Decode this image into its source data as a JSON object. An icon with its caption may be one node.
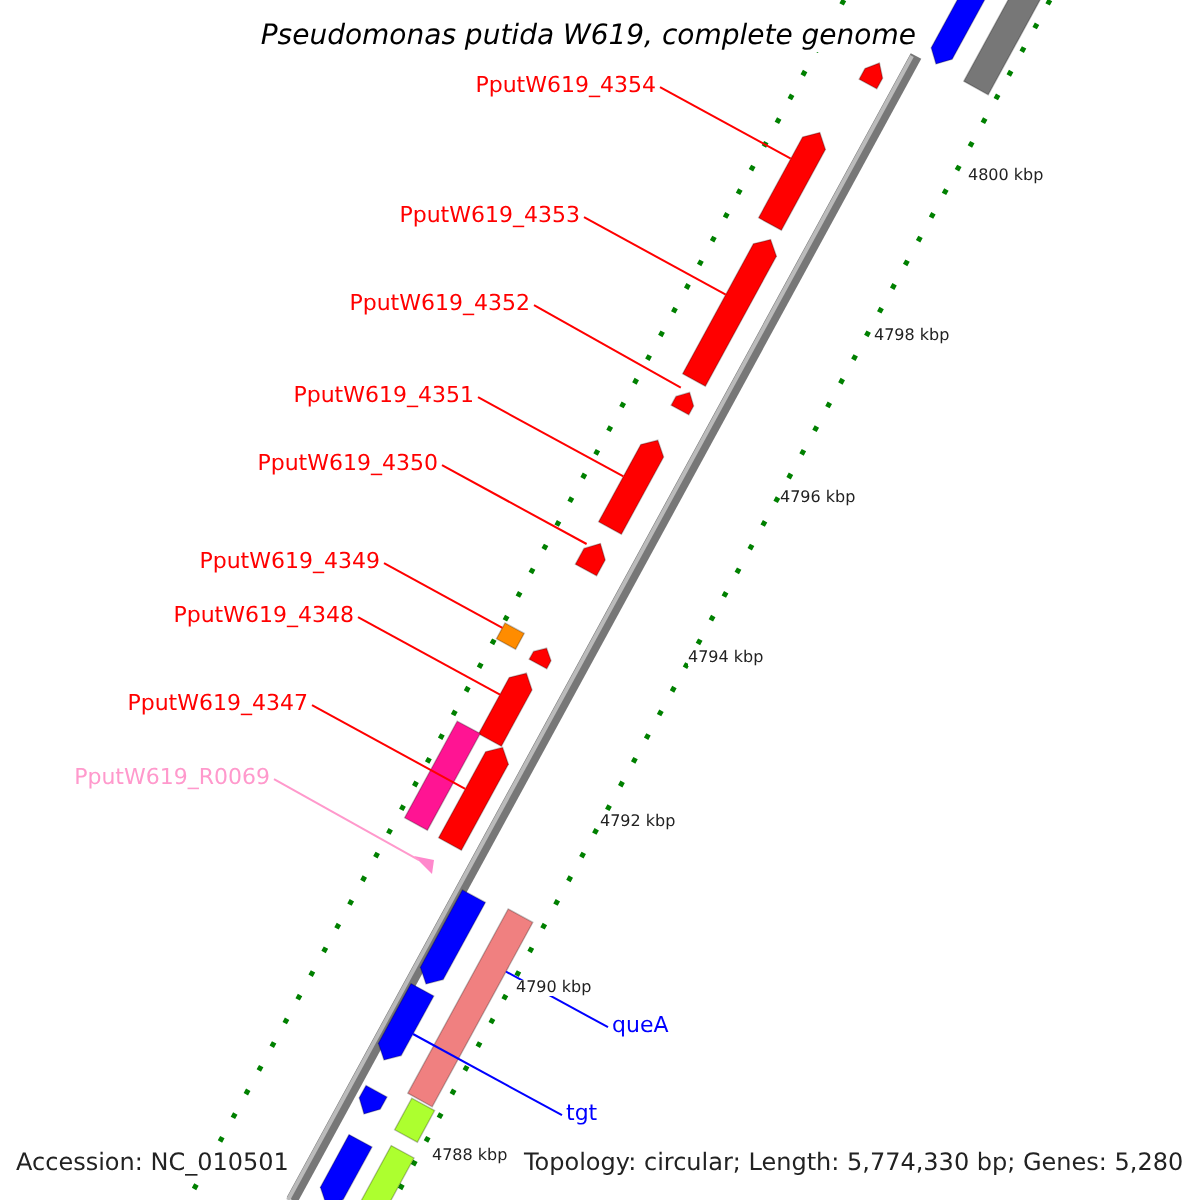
{
  "diagram": {
    "title": "Pseudomonas putida W619, complete genome",
    "nodes": [
      {
        "text": [
          "PputW619_4354"
        ]
      },
      {
        "text": [
          "PputW619_4353"
        ]
      },
      {
        "text": [
          "PputW619_4352"
        ]
      },
      {
        "text": [
          "PputW619_4351"
        ]
      },
      {
        "text": [
          "PputW619_4350"
        ]
      },
      {
        "text": [
          "PputW619_4349"
        ]
      },
      {
        "text": [
          "PputW619_4348"
        ]
      },
      {
        "text": [
          "PputW619_4347"
        ]
      },
      {
        "text": [
          "PputW619_R0069"
        ]
      },
      {
        "text": [
          "queA"
        ]
      },
      {
        "text": [
          "tgt"
        ]
      },
      {
        "text": [],
        "shape": "pentagon"
      },
      {
        "text": [],
        "shape": "bar"
      },
      {
        "text": [],
        "shape": "pentagon"
      },
      {
        "text": [],
        "shape": "pentagon"
      },
      {
        "text": [],
        "shape": "pentagon"
      },
      {
        "text": [],
        "shape": "pentagon"
      },
      {
        "text": [],
        "shape": "pentagon"
      },
      {
        "text": [],
        "shape": "pentagon"
      },
      {
        "text": [],
        "shape": "bar"
      },
      {
        "text": [],
        "shape": "pentagon"
      },
      {
        "text": [],
        "shape": "pentagon"
      },
      {
        "text": [],
        "shape": "bar"
      },
      {
        "text": [],
        "shape": "pentagon"
      },
      {
        "text": [],
        "shape": "triangle"
      },
      {
        "text": [],
        "shape": "pentagon"
      },
      {
        "text": [],
        "shape": "bar"
      },
      {
        "text": [],
        "shape": "pentagon"
      },
      {
        "text": [],
        "shape": "pentagon"
      },
      {
        "text": [],
        "shape": "bar"
      },
      {
        "text": [],
        "shape": "pentagon"
      },
      {
        "text": [],
        "shape": "bar"
      }
    ],
    "edges": [
      {
        "from": 0,
        "to": 14,
        "arrow": "none"
      },
      {
        "from": 1,
        "to": 15,
        "arrow": "none"
      },
      {
        "from": 2,
        "to": 16,
        "arrow": "none"
      },
      {
        "from": 3,
        "to": 17,
        "arrow": "none"
      },
      {
        "from": 4,
        "to": 18,
        "arrow": "none"
      },
      {
        "from": 5,
        "to": 19,
        "arrow": "none"
      },
      {
        "from": 6,
        "to": 21,
        "arrow": "none"
      },
      {
        "from": 7,
        "to": 23,
        "arrow": "none"
      },
      {
        "from": 8,
        "to": 24,
        "arrow": "none",
        "color": "#ff99cc"
      },
      {
        "from": 9,
        "to": 26,
        "arrow": "none",
        "color": "#0000ff"
      },
      {
        "from": 10,
        "to": 27,
        "arrow": "none",
        "color": "#0000ff"
      }
    ],
    "labels": [
      "4800 kbp",
      "4798 kbp",
      "4796 kbp",
      "4794 kbp",
      "4792 kbp",
      "4790 kbp",
      "4788 kbp",
      "Accession: NC_010501",
      "Topology: circular; Length: 5,774,330 bp; Genes: 5,280"
    ]
  }
}
